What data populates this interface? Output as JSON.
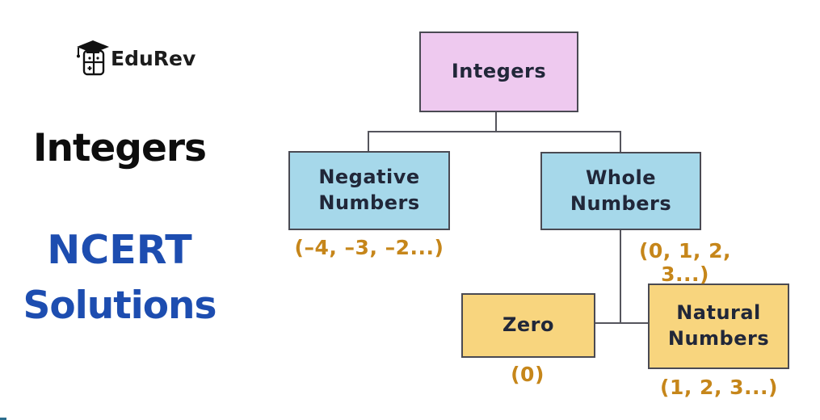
{
  "logo": {
    "brand": "EduRev"
  },
  "left_panel": {
    "title": "Integers",
    "subtitle_line1": "NCERT",
    "subtitle_line2": "Solutions"
  },
  "diagram": {
    "nodes": [
      {
        "id": "integers",
        "label": "Integers",
        "example": "",
        "fill": "#eec9ef"
      },
      {
        "id": "negative",
        "label": "Negative\nNumbers",
        "example": "(–4, –3, –2...)",
        "fill": "#a6d8ea"
      },
      {
        "id": "whole",
        "label": "Whole\nNumbers",
        "example": "(0, 1, 2, 3...)",
        "fill": "#a6d8ea"
      },
      {
        "id": "zero",
        "label": "Zero",
        "example": "(0)",
        "fill": "#f8d57e"
      },
      {
        "id": "natural",
        "label": "Natural\nNumbers",
        "example": "(1, 2, 3...)",
        "fill": "#f8d57e"
      }
    ],
    "edges": [
      {
        "from": "integers",
        "to": "negative"
      },
      {
        "from": "integers",
        "to": "whole"
      },
      {
        "from": "whole",
        "to": "zero"
      },
      {
        "from": "whole",
        "to": "natural"
      }
    ]
  },
  "colors": {
    "integers_fill": "#eec9ef",
    "numbers_fill": "#a6d8ea",
    "leaf_fill": "#f8d57e",
    "box_border": "#4a4a53",
    "connector": "#55555d",
    "example_text": "#c6861a",
    "subtitle_blue": "#1d4db0",
    "title_black": "#0d0d0d",
    "corner_mark": "#2c6e8e"
  }
}
